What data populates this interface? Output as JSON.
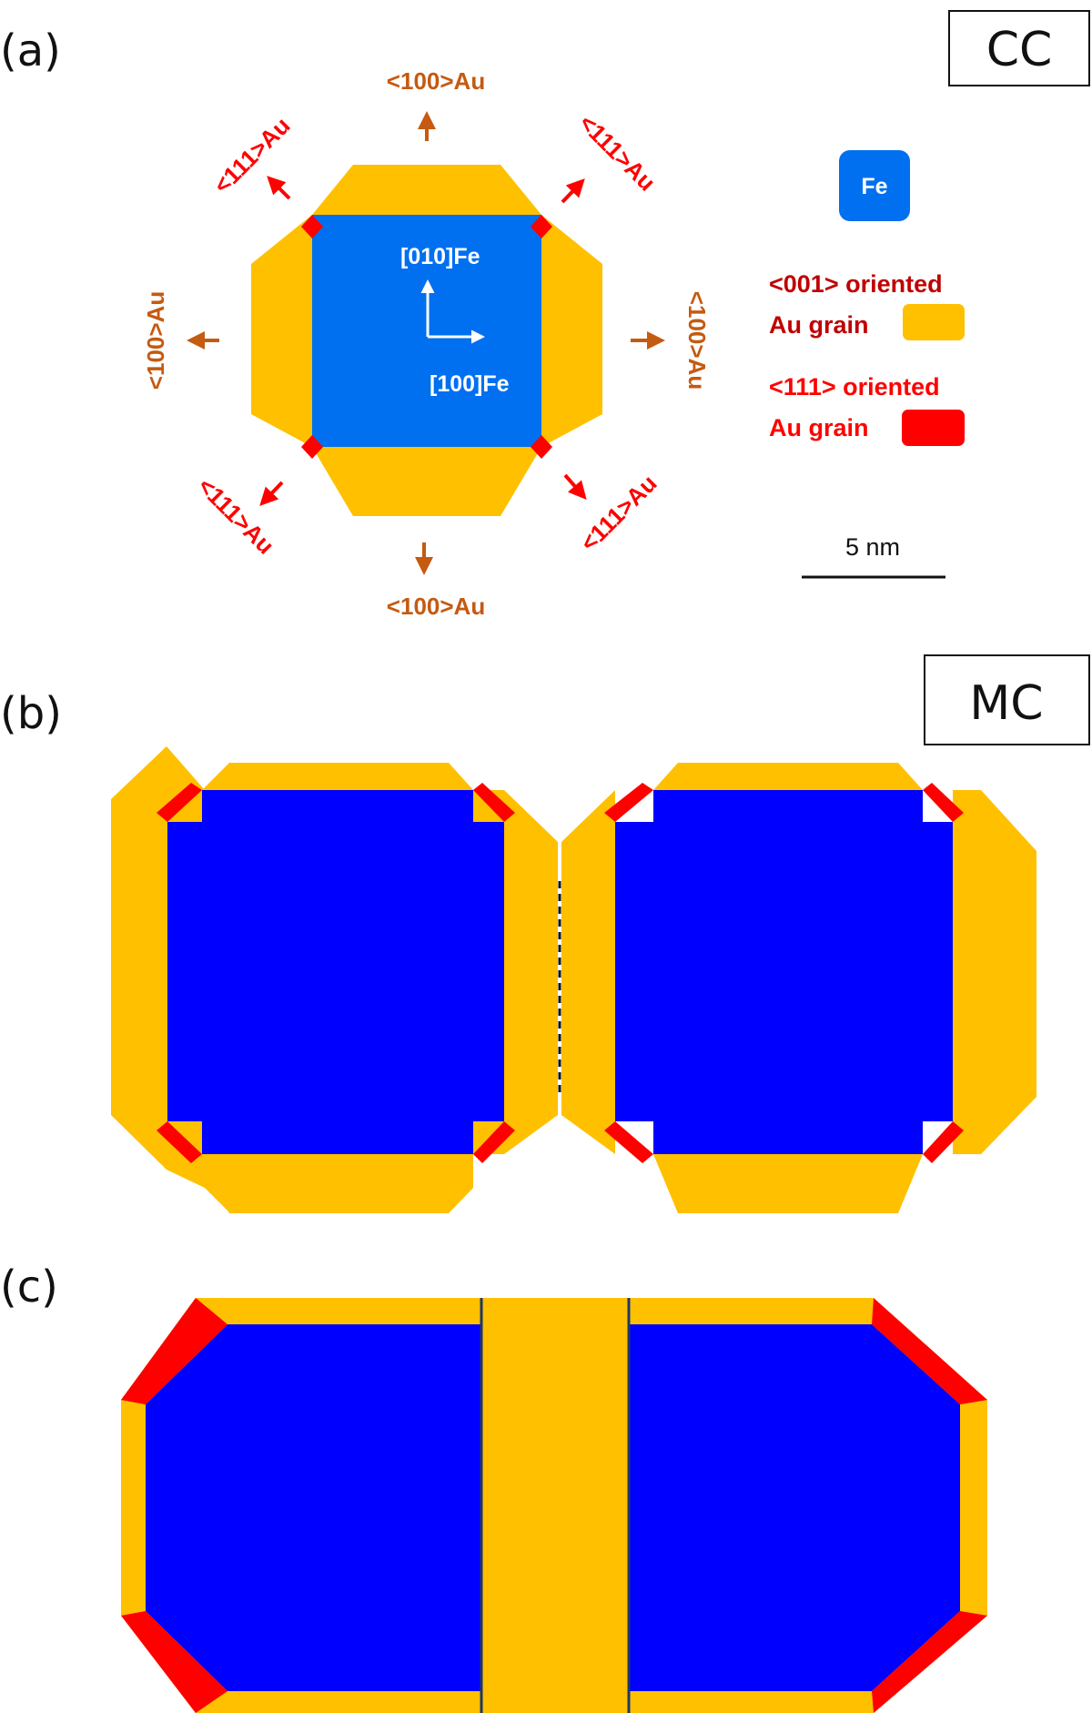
{
  "colors": {
    "au_100": "#FFC000",
    "au_111": "#FF0000",
    "fe_cc": "#0070F0",
    "fe_mc": "#0000FF",
    "label_100": "#C55A11",
    "label_111": "#FF0000",
    "legend_001": "#C00000",
    "boundary": "#1F3864"
  },
  "panel_a": {
    "label": "(a)",
    "box_label": "CC",
    "dir_100": "<100>Au",
    "dir_111": "<111>Au",
    "fe_axis_y": "[010]Fe",
    "fe_axis_x": "[100]Fe",
    "legend": {
      "fe": "Fe",
      "au001_line1": "<001> oriented",
      "au001_line2": "Au grain",
      "au111_line1": "<111> oriented",
      "au111_line2": "Au grain"
    },
    "scale_bar": "5 nm"
  },
  "panel_b": {
    "label": "(b)",
    "box_label": "MC"
  },
  "panel_c": {
    "label": "(c)"
  }
}
